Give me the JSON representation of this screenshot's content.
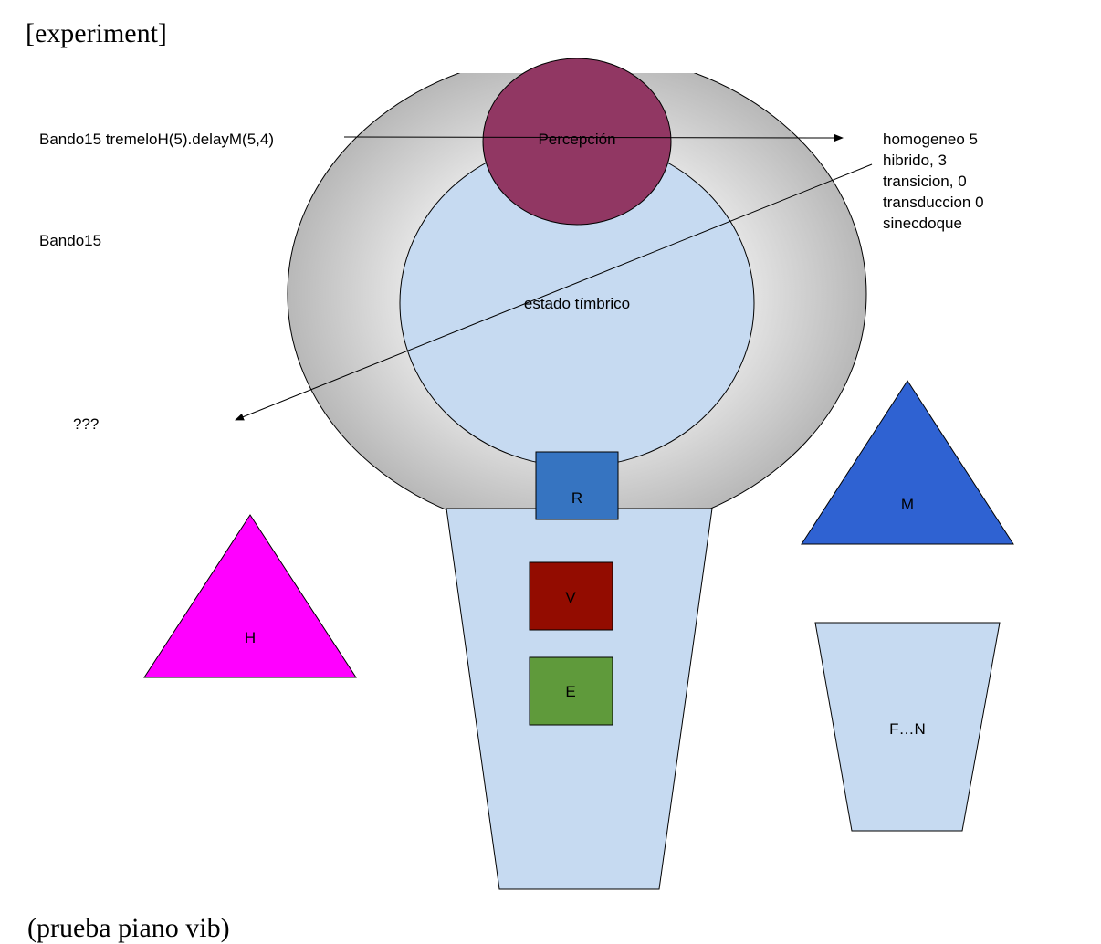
{
  "page": {
    "title": "[experiment]",
    "footer": "(prueba piano vib)"
  },
  "diagram": {
    "labels": {
      "left_top": "Bando15 tremeloH(5).delayM(5,4)",
      "left_mid": "Bando15",
      "left_bottom": "???",
      "percepcion": "Percepción",
      "estado": "estado tímbrico",
      "r": "R",
      "v": "V",
      "e": "E",
      "h": "H",
      "m": "M",
      "fn": "F…N"
    },
    "right_list": [
      "homogeneo 5",
      "hibrido, 3",
      "transicion, 0",
      "transduccion 0",
      "sinecdoque"
    ],
    "colors": {
      "outer_ring": "#c4c4c4",
      "inner_circle": "#c6daf1",
      "percepcion": "#913763",
      "r_box": "#3674c1",
      "v_box": "#930c00",
      "e_box": "#5f9a3b",
      "h_triangle": "#ff00ff",
      "m_triangle": "#2f62d2",
      "trapezoid": "#c6daf1"
    }
  }
}
